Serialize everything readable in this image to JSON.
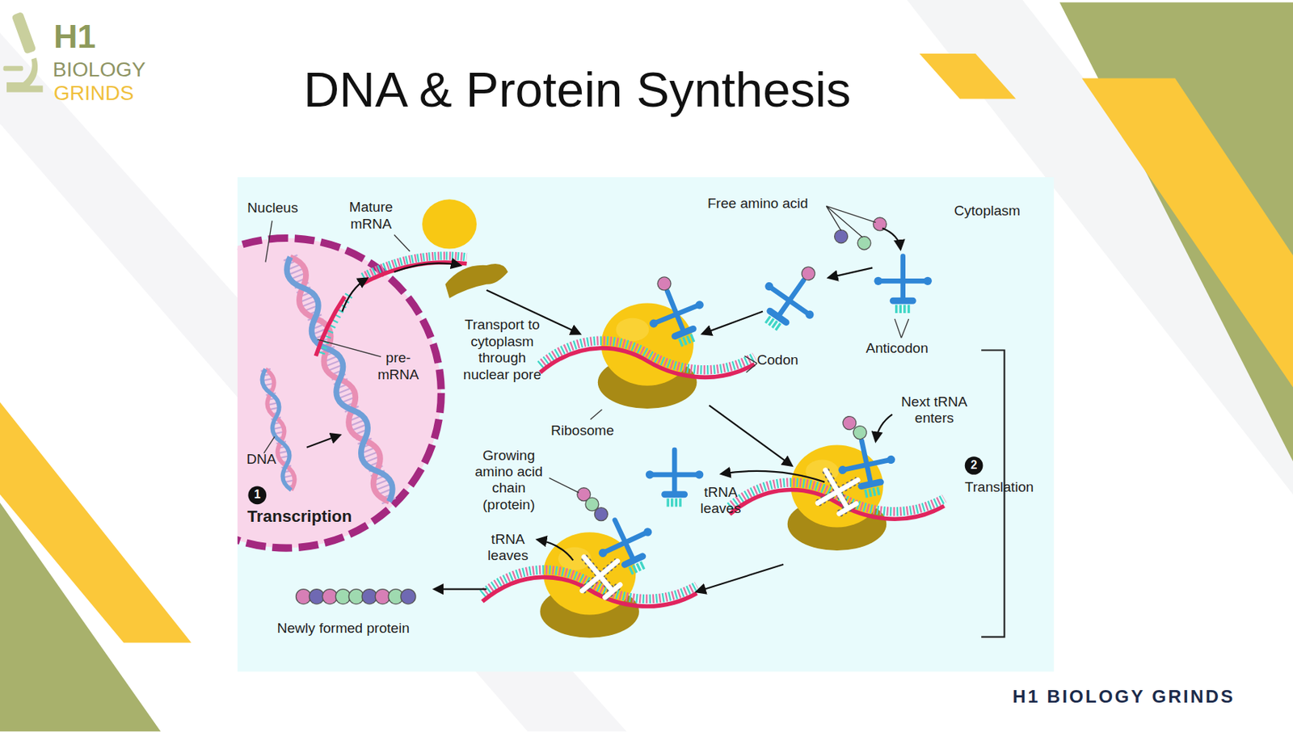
{
  "diagram": {
    "title": "DNA & Protein Synthesis",
    "nodes": [
      {
        "text": [
          "Nucleus"
        ]
      }
    ],
    "labels": [
      "H1",
      "BIOLOGY",
      "GRINDS",
      "Mature mRNA",
      "Free amino acid",
      "Cytoplasm",
      "Transport to cytoplasm through nuclear pore",
      "pre- mRNA",
      "Anticodon",
      "Codon",
      "Ribosome",
      "Next tRNA enters",
      "DNA",
      "Growing amino acid chain (protein)",
      "tRNA leaves",
      "2",
      "Translation",
      "1",
      "Transcription",
      "tRNA leaves",
      "Newly formed protein",
      "H1 BIOLOGY GRINDS"
    ]
  }
}
